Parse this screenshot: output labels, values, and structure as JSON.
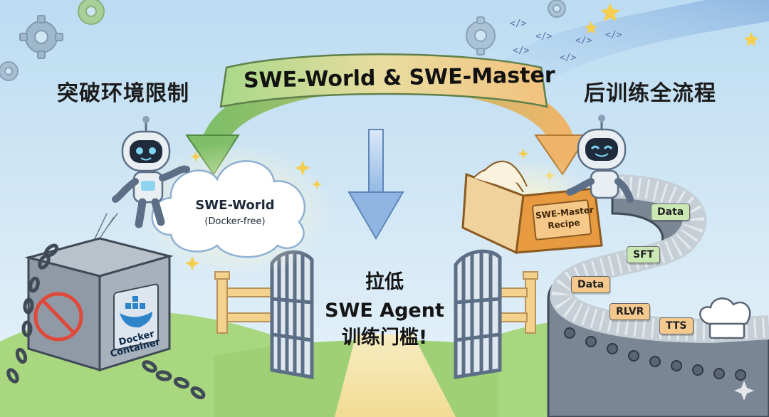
{
  "banner": {
    "title": "SWE-World & SWE-Master"
  },
  "left_heading": "突破环境限制",
  "right_heading": "后训练全流程",
  "cloud": {
    "title": "SWE-World",
    "subtitle": "(Docker-free)"
  },
  "docker_box": {
    "line1": "Docker",
    "line2": "Container"
  },
  "book": {
    "line1": "SWE-Master",
    "line2": "Recipe"
  },
  "center": {
    "line1": "拉低",
    "line2": "SWE Agent",
    "line3": "训练门槛!"
  },
  "pipeline_tags": [
    {
      "label": "Data",
      "style": "green"
    },
    {
      "label": "SFT",
      "style": "green"
    },
    {
      "label": "Data",
      "style": "orange"
    },
    {
      "label": "RLVR",
      "style": "orange"
    },
    {
      "label": "TTS",
      "style": "orange"
    }
  ],
  "code_symbols": [
    "</>",
    "</>",
    "</>",
    "</>",
    "</>",
    "</>"
  ],
  "colors": {
    "sky": "#cfe6f5",
    "grass": "#a9d77f",
    "banner_green": "#a8d98a",
    "banner_orange": "#f2c27e",
    "arrow_blue": "#9fc2e8",
    "tag_green": "#c9e8b4",
    "tag_orange": "#f5c98e"
  },
  "icons": [
    "gear-icon",
    "robot-icon",
    "chain-icon",
    "docker-whale-icon",
    "no-sign-icon",
    "sparkle-icon",
    "star-icon",
    "chef-hat-icon",
    "gate-icon",
    "down-arrow-icon",
    "book-icon"
  ]
}
